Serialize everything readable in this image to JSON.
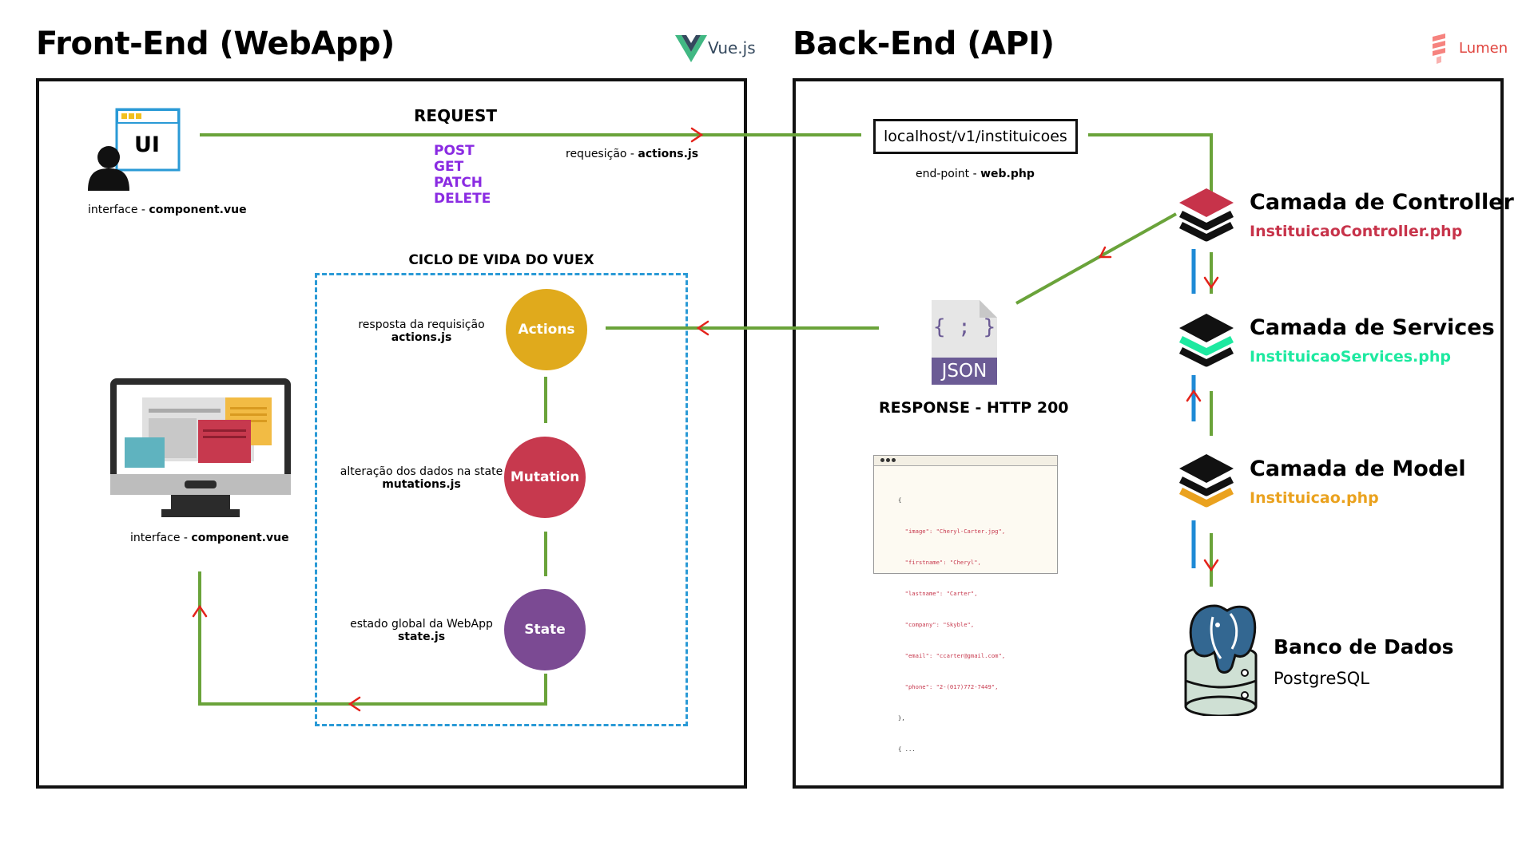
{
  "frontend": {
    "title": "Front-End (WebApp)",
    "logo_text": "Vue.js",
    "ui_label": "UI",
    "user_caption": {
      "prefix": "interface - ",
      "file": "component.vue"
    },
    "monitor_caption": {
      "prefix": "interface - ",
      "file": "component.vue"
    },
    "request": {
      "title": "REQUEST",
      "methods": [
        "POST",
        "GET",
        "PATCH",
        "DELETE"
      ],
      "caption_prefix": "requesição - ",
      "caption_file": "actions.js"
    },
    "vuex": {
      "title": "CICLO DE VIDA DO VUEX",
      "nodes": [
        {
          "label": "Actions",
          "color": "#e0aa1c",
          "desc": "resposta da requisição",
          "file": "actions.js"
        },
        {
          "label": "Mutation",
          "color": "#c7394e",
          "desc": "alteração dos dados na state",
          "file": "mutations.js"
        },
        {
          "label": "State",
          "color": "#7b4a93",
          "desc": "estado global da WebApp",
          "file": "state.js"
        }
      ]
    }
  },
  "backend": {
    "title": "Back-End (API)",
    "logo_text": "Lumen",
    "endpoint": "localhost/v1/instituicoes",
    "endpoint_caption_prefix": "end-point - ",
    "endpoint_caption_file": "web.php",
    "response_title": "RESPONSE - HTTP 200",
    "json_label": "JSON",
    "json_braces": "{ ; }",
    "code_lines": [
      "{",
      "  \"image\": \"Cheryl-Carter.jpg\",",
      "  \"firstname\": \"Cheryl\",",
      "  \"lastname\": \"Carter\",",
      "  \"company\": \"Skyble\",",
      "  \"email\": \"ccarter@gmail.com\",",
      "  \"phone\": \"2-(017)772-7449\",",
      "},",
      "{ ..."
    ],
    "layers": [
      {
        "title": "Camada de Controller",
        "file": "InstituicaoController.php",
        "color": "#c7334a"
      },
      {
        "title": "Camada de Services",
        "file": "InstituicaoServices.php",
        "color": "#1de9a0"
      },
      {
        "title": "Camada de Model",
        "file": "Instituicao.php",
        "color": "#eaa21f"
      }
    ],
    "database": {
      "title": "Banco de Dados",
      "subtitle": "PostgreSQL"
    }
  },
  "colors": {
    "flow_line": "#6aa33a",
    "arrow": "#e4231b",
    "vuex_border": "#2a9ad6",
    "blue_bar": "#1e8ad6"
  }
}
